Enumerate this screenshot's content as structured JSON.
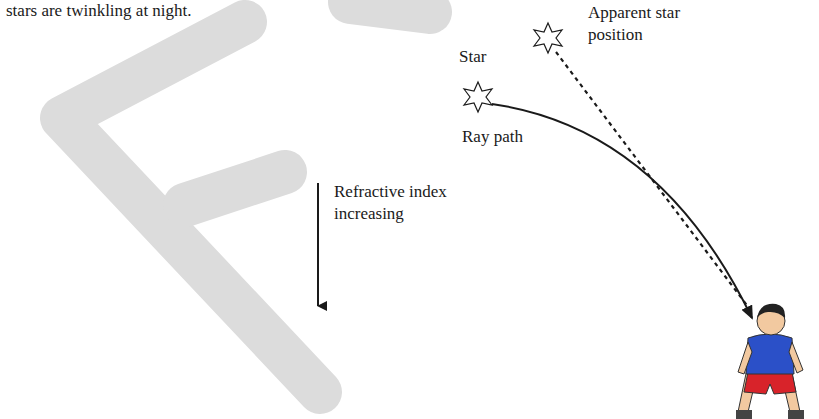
{
  "diagram": {
    "labels": [
      "stars are twinkling at night.",
      "Star",
      "Ray path",
      "Apparent star position",
      "Refractive index increasing"
    ]
  }
}
